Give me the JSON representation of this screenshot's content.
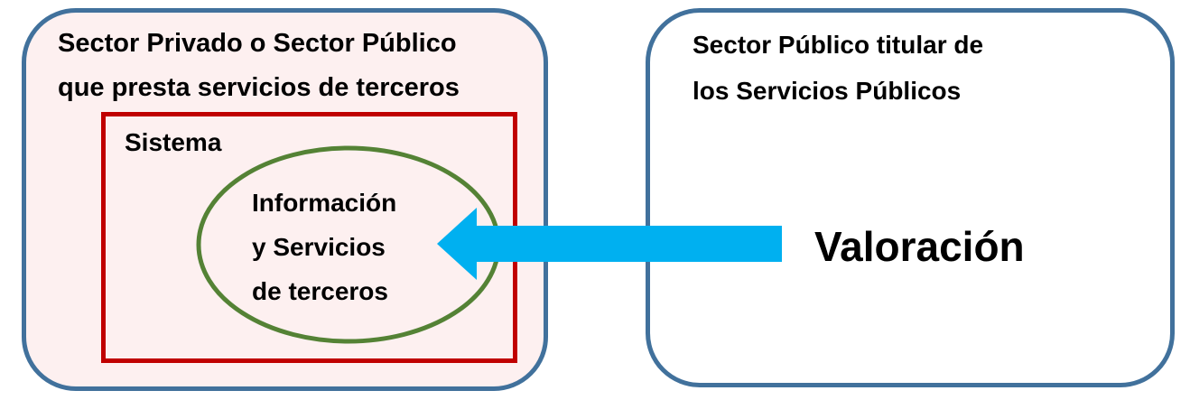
{
  "left_box": {
    "title_line_1": "Sector Privado o Sector Público",
    "title_line_2": "que presta servicios de terceros"
  },
  "system_box": {
    "label": "Sistema"
  },
  "info_ellipse": {
    "line_1": "Información",
    "line_2": "y Servicios",
    "line_3": "de terceros"
  },
  "right_box": {
    "title_line_1": "Sector Público titular de",
    "title_line_2": "los Servicios Públicos",
    "valoracion": "Valoración"
  },
  "colors": {
    "outer_border": "#41719c",
    "system_border": "#c00000",
    "ellipse_border": "#548235",
    "arrow_fill": "#00b0f0",
    "left_fill": "#fdf0f0"
  },
  "icons": {
    "arrow": "left-arrow"
  }
}
